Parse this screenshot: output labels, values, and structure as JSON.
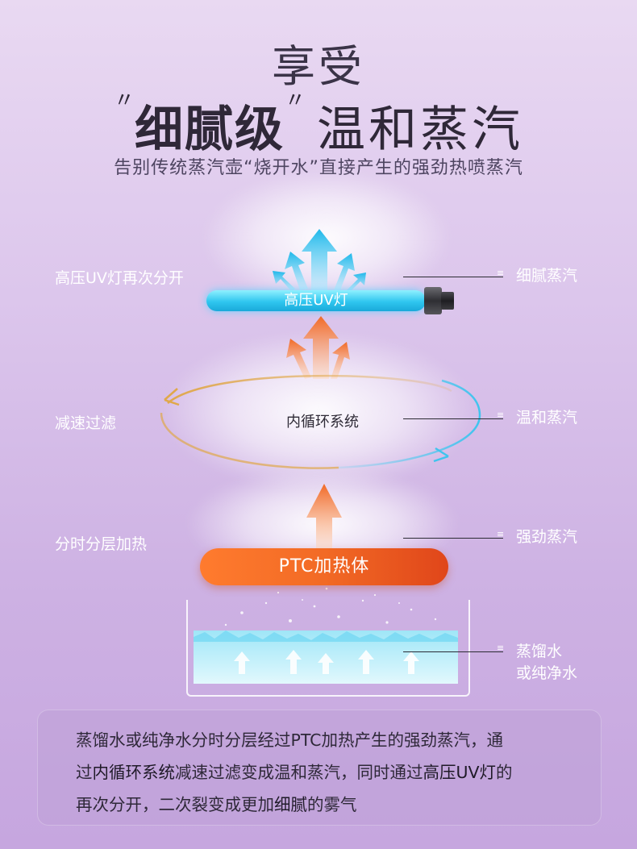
{
  "header": {
    "line1": "享受",
    "quote_open": "〃",
    "emphasis": "细腻级",
    "quote_close": "〃",
    "line2_rest": "温和蒸汽",
    "subtitle": "告别传统蒸汽壶“烧开水”直接产生的强劲热喷蒸汽"
  },
  "diagram": {
    "uv_lamp_label": "高压UV灯",
    "inner_cycle_label": "内循环系统",
    "ptc_label": "PTC加热体",
    "left_labels": [
      "高压UV灯再次分开",
      "减速过滤",
      "分时分层加热"
    ],
    "right_labels": [
      "细腻蒸汽",
      "温和蒸汽",
      "强劲蒸汽"
    ],
    "water_label_line1": "蒸馏水",
    "water_label_line2": "或纯净水",
    "tick_mark": "≡",
    "colors": {
      "uv_blue": "#2fc6ef",
      "heat_orange": "#f26a25",
      "cycle_gold": "#e0a84a",
      "cycle_blue": "#5fd0f0"
    }
  },
  "description": {
    "p1": "蒸馏水或纯净水分时分层经过PTC加热产生的强劲蒸汽，通",
    "p2a": "过",
    "p2b": "内循环系统",
    "p2c": "减速过滤变成温和蒸汽，同时通过",
    "p2d": "高压UV灯",
    "p2e": "的",
    "p3a": "再次分开，二次裂变成更加",
    "p3b": "细腻",
    "p3c": "的雾气"
  }
}
